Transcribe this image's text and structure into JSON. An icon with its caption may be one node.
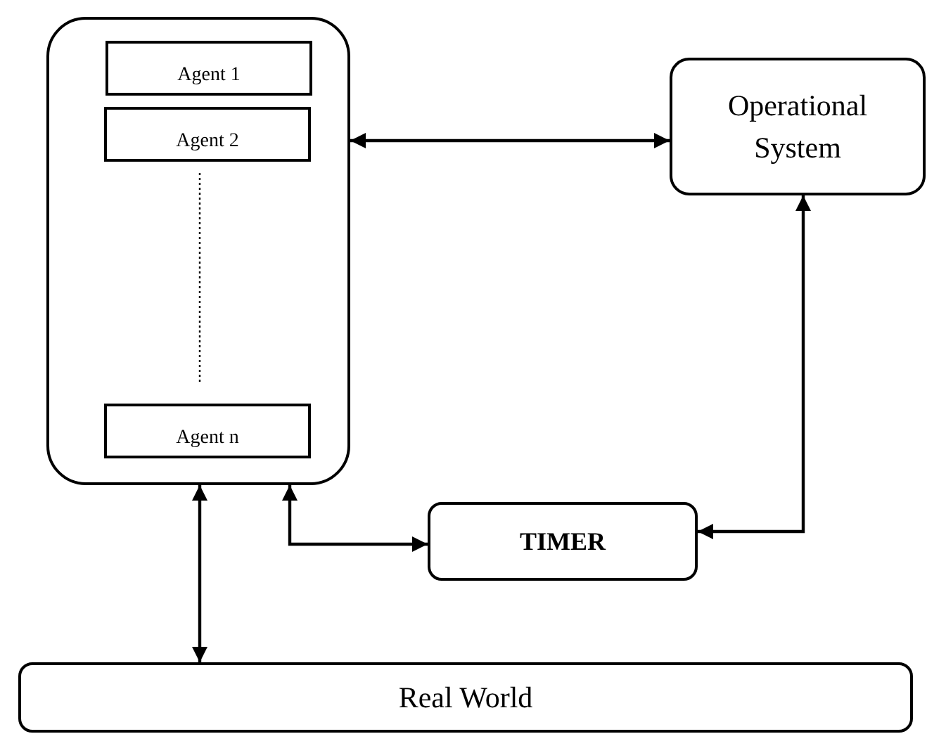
{
  "diagram": {
    "nodes": [
      {
        "text": [],
        "shape": "box"
      },
      {
        "text": [
          "Agent 1"
        ],
        "in": 0
      },
      {
        "text": [
          "Agent 2"
        ],
        "in": 0
      },
      {
        "text": [
          "Agent n"
        ],
        "in": 0
      },
      {
        "text": [
          "Operational System"
        ]
      },
      {
        "text": [
          "TIMER"
        ]
      },
      {
        "text": [
          "Real World"
        ]
      }
    ],
    "edges": [
      {
        "from": 0,
        "to": 4,
        "arrow": "both"
      },
      {
        "from": 0,
        "to": 5,
        "arrow": "both"
      },
      {
        "from": 5,
        "to": 4,
        "arrow": "both"
      },
      {
        "from": 0,
        "to": 6,
        "arrow": "both"
      }
    ]
  }
}
